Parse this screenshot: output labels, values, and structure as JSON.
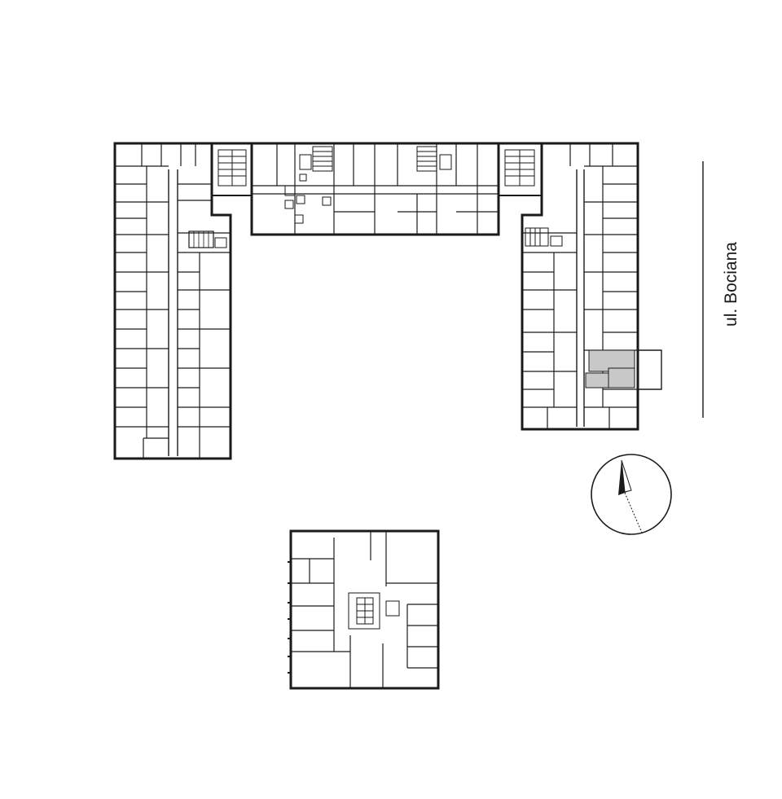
{
  "street": {
    "label": "ul. Bociana"
  },
  "colors": {
    "wall": "#1a1a1a",
    "background": "#ffffff",
    "highlight_unit": "#c8c8c8"
  },
  "icons": {
    "compass": "north-arrow-icon",
    "staircase": "stairs-icon",
    "elevator": "elevator-icon"
  },
  "plan": {
    "buildings": [
      "west-wing",
      "north-wing",
      "east-wing",
      "south-block"
    ],
    "highlighted_unit": "east-wing-unit"
  }
}
